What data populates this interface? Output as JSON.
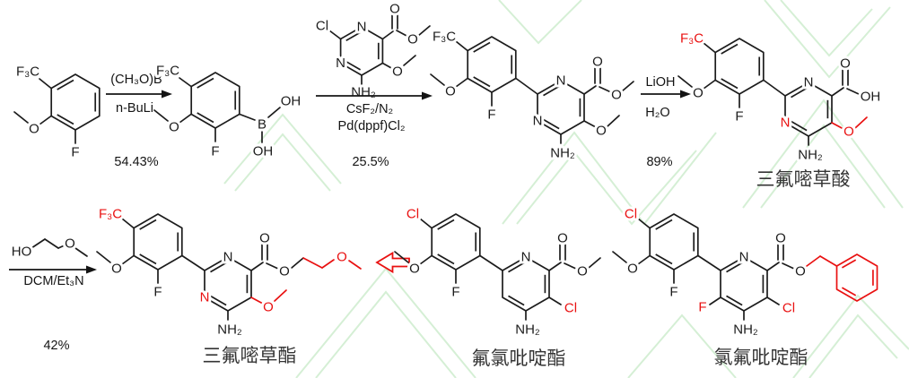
{
  "watermark_color": "#d5efd5",
  "bond_color": "#1c1c1c",
  "highlight_color": "#e91111",
  "atoms": {
    "f3c": "F₃C",
    "o": "O",
    "f": "F",
    "n": "N",
    "nh2": "NH₂",
    "oh": "OH",
    "ho": "HO",
    "b": "B",
    "cl": "Cl"
  },
  "steps": [
    {
      "reagent_above": "(CH₃O)B",
      "reagent_below": "n-BuLi",
      "yield": "54.43%"
    },
    {
      "reagent_below_1": "CsF₂/N₂",
      "reagent_below_2": "Pd(dppf)Cl₂",
      "yield": "25.5%"
    },
    {
      "reagent_above": "LiOH",
      "reagent_below": "H₂O",
      "yield": "89%"
    },
    {
      "reagent_below": "DCM/Et₃N",
      "yield": "42%"
    }
  ],
  "compound_names": {
    "acid": "三氟嘧草酸",
    "ester": "三氟嘧草酯",
    "pyridine_ester_1": "氟氯吡啶酯",
    "pyridine_ester_2": "氯氟吡啶酯"
  }
}
